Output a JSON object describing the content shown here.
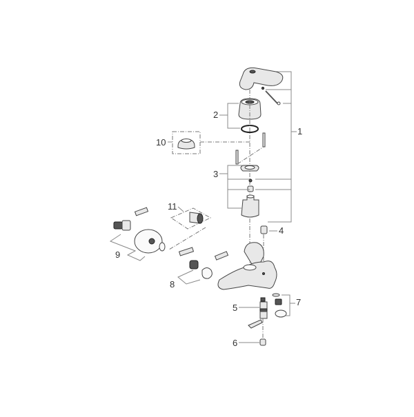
{
  "diagram": {
    "type": "exploded-parts-diagram",
    "subject": "single-lever bath mixer spare parts",
    "callouts": [
      {
        "id": "1",
        "label": "1"
      },
      {
        "id": "2",
        "label": "2"
      },
      {
        "id": "3",
        "label": "3"
      },
      {
        "id": "4",
        "label": "4"
      },
      {
        "id": "5",
        "label": "5"
      },
      {
        "id": "6",
        "label": "6"
      },
      {
        "id": "7",
        "label": "7"
      },
      {
        "id": "8",
        "label": "8"
      },
      {
        "id": "9",
        "label": "9"
      },
      {
        "id": "10",
        "label": "10"
      },
      {
        "id": "11",
        "label": "11"
      }
    ],
    "colors": {
      "background": "#ffffff",
      "line": "#888888",
      "part_outline": "#444444",
      "label": "#333333"
    }
  }
}
